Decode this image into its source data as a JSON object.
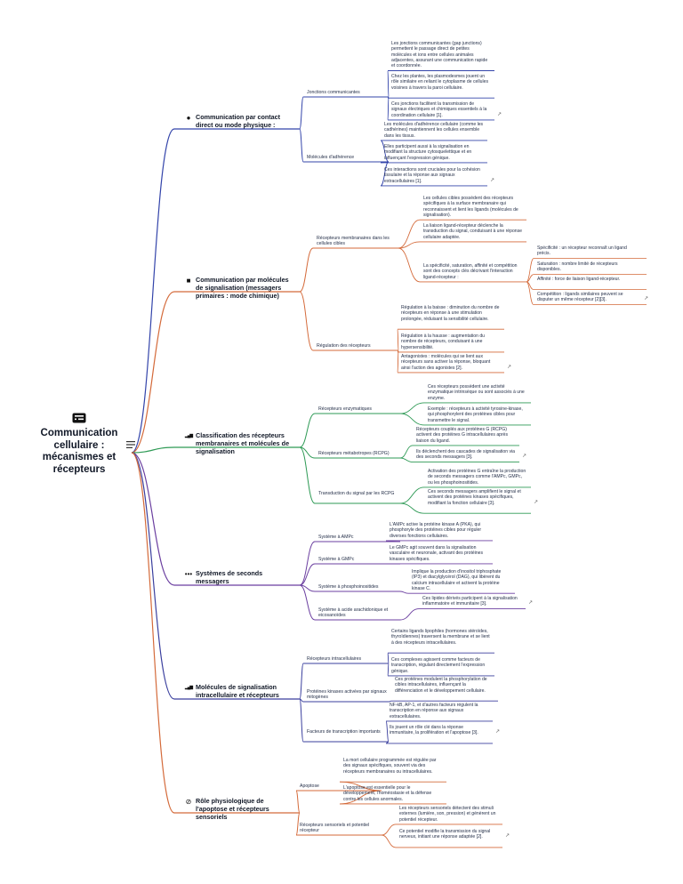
{
  "root": {
    "title": "Communication cellulaire : mécanismes et récepteurs",
    "icon": "keyboard-icon",
    "menu_icon": "menu-icon"
  },
  "colors": {
    "blue": "#3344aa",
    "orange": "#d46a3a",
    "green": "#2e9a55",
    "purple": "#6b3fa0",
    "indigo": "#3a3f9e",
    "red": "#c0504d"
  },
  "branches": [
    {
      "title": "Communication par contact direct ou mode physique :",
      "icon": "chat-bubble-icon",
      "color": "#3344aa",
      "subs": [
        {
          "label": "Jonctions communicantes",
          "leaves": [
            {
              "text": "Les jonctions communicantes (gap junctions) permettent le passage direct de petites molécules et ions entre cellules animales adjacentes, assurant une communication rapide et coordonnée.",
              "ext": false
            },
            {
              "text": "Chez les plantes, les plasmodesmes jouent un rôle similaire en reliant le cytoplasme de cellules voisines à travers la paroi cellulaire.",
              "ext": false
            },
            {
              "text": "Ces jonctions facilitent la transmission de signaux électriques et chimiques essentiels à la coordination cellulaire [1].",
              "ext": true
            }
          ]
        },
        {
          "label": "Molécules d'adhérence",
          "leaves": [
            {
              "text": "Les molécules d'adhérence cellulaire (comme les cadhérines) maintiennent les cellules ensemble dans les tissus.",
              "ext": false
            },
            {
              "text": "Elles participent aussi à la signalisation en modifiant la structure cytosquelettique et en influençant l'expression génique.",
              "ext": false
            },
            {
              "text": "Ces interactions sont cruciales pour la cohésion tissulaire et la réponse aux signaux extracellulaires [1].",
              "ext": true
            }
          ]
        }
      ]
    },
    {
      "title": "Communication par molécules de signalisation (messagers primaires : mode chimique)",
      "icon": "message-icon",
      "color": "#d46a3a",
      "subs": [
        {
          "label": "Récepteurs membranaires dans les cellules cibles",
          "leaves": [
            {
              "text": "Les cellules cibles possèdent des récepteurs spécifiques à la surface membranaire qui reconnaissent et lient les ligands (molécules de signalisation).",
              "ext": false
            },
            {
              "text": "La liaison ligand-récepteur déclenche la transduction du signal, conduisant à une réponse cellulaire adaptée.",
              "ext": false
            },
            {
              "text": "La spécificité, saturation, affinité et compétition sont des concepts clés décrivant l'interaction ligand-récepteur :",
              "ext": false,
              "children": [
                {
                  "text": "Spécificité : un récepteur reconnaît un ligand précis.",
                  "ext": false
                },
                {
                  "text": "Saturation : nombre limité de récepteurs disponibles.",
                  "ext": false
                },
                {
                  "text": "Affinité : force de liaison ligand-récepteur.",
                  "ext": false
                },
                {
                  "text": "Compétition : ligands similaires peuvent se disputer un même récepteur [2][3].",
                  "ext": true
                }
              ]
            }
          ]
        },
        {
          "label": "Régulation des récepteurs",
          "leaves": [
            {
              "text": "Régulation à la baisse : diminution du nombre de récepteurs en réponse à une stimulation prolongée, réduisant la sensibilité cellulaire.",
              "ext": false
            },
            {
              "text": "Régulation à la hausse : augmentation du nombre de récepteurs, conduisant à une hypersensibilité.",
              "ext": false
            },
            {
              "text": "Antagonistes : molécules qui se lient aux récepteurs sans activer la réponse, bloquant ainsi l'action des agonistes [2].",
              "ext": true
            }
          ]
        }
      ]
    },
    {
      "title": "Classification des récepteurs membranaires et molécules de signalisation",
      "icon": "signal-bars-icon",
      "color": "#2e9a55",
      "subs": [
        {
          "label": "Récepteurs enzymatiques",
          "leaves": [
            {
              "text": "Ces récepteurs possèdent une activité enzymatique intrinsèque ou sont associés à une enzyme.",
              "ext": false
            },
            {
              "text": "Exemple : récepteurs à activité tyrosine-kinase, qui phosphorylent des protéines cibles pour transmettre le signal.",
              "ext": false
            }
          ]
        },
        {
          "label": "Récepteurs métabotropes (RCPG)",
          "leaves": [
            {
              "text": "Récepteurs couplés aux protéines G (RCPG) activent des protéines G intracellulaires après liaison du ligand.",
              "ext": false
            },
            {
              "text": "Ils déclenchent des cascades de signalisation via des seconds messagers [3].",
              "ext": true
            }
          ]
        },
        {
          "label": "Transduction du signal par les RCPG",
          "leaves": [
            {
              "text": "Activation des protéines G entraîne la production de seconds messagers comme l'AMPc, GMPc, ou les phosphoinositides.",
              "ext": false
            },
            {
              "text": "Ces seconds messagers amplifient le signal et activent des protéines kinases spécifiques, modifiant la fonction cellulaire [3].",
              "ext": true
            }
          ]
        }
      ]
    },
    {
      "title": "Systèmes de seconds messagers",
      "icon": "chat-dots-icon",
      "color": "#6b3fa0",
      "subs": [
        {
          "label": "Système à AMPc",
          "leaves": [
            {
              "text": "L'AMPc active la protéine kinase A (PKA), qui phosphoryle des protéines cibles pour réguler diverses fonctions cellulaires.",
              "ext": false
            }
          ]
        },
        {
          "label": "Système à GMPc",
          "leaves": [
            {
              "text": "Le GMPc agit souvent dans la signalisation vasculaire et neuronale, activant des protéines kinases spécifiques.",
              "ext": false
            }
          ]
        },
        {
          "label": "Système à phosphoinositides",
          "leaves": [
            {
              "text": "Implique la production d'inositol triphosphate (IP3) et diacylglycérol (DAG), qui libèrent du calcium intracellulaire et activent la protéine kinase C.",
              "ext": false
            }
          ]
        },
        {
          "label": "Système à acide arachidonique et eicosanoïdes",
          "leaves": [
            {
              "text": "Ces lipides dérivés participent à la signalisation inflammatoire et immunitaire [3].",
              "ext": true
            }
          ]
        }
      ]
    },
    {
      "title": "Molécules de signalisation intracellulaire et récepteurs",
      "icon": "signal-bars-icon",
      "color": "#3a3f9e",
      "subs": [
        {
          "label": "Récepteurs intracellulaires",
          "leaves": [
            {
              "text": "Certains ligands lipophiles (hormones stéroïdes, thyroïdiennes) traversent la membrane et se lient à des récepteurs intracellulaires.",
              "ext": false
            },
            {
              "text": "Ces complexes agissent comme facteurs de transcription, régulant directement l'expression génique.",
              "ext": false
            }
          ]
        },
        {
          "label": "Protéines kinases activées par signaux mitogènes",
          "leaves": [
            {
              "text": "Ces protéines modulent la phosphorylation de cibles intracellulaires, influençant la différenciation et le développement cellulaire.",
              "ext": false
            }
          ]
        },
        {
          "label": "Facteurs de transcription importants",
          "leaves": [
            {
              "text": "NF-kB, AP-1, et d'autres facteurs régulent la transcription en réponse aux signaux extracellulaires.",
              "ext": false
            },
            {
              "text": "Ils jouent un rôle clé dans la réponse immunitaire, la prolifération et l'apoptose [3].",
              "ext": true
            }
          ]
        }
      ]
    },
    {
      "title": "Rôle physiologique de l'apoptose et récepteurs sensoriels",
      "icon": "eye-off-icon",
      "color": "#d46a3a",
      "subs": [
        {
          "label": "Apoptose",
          "leaves": [
            {
              "text": "La mort cellulaire programmée est régulée par des signaux spécifiques, souvent via des récepteurs membranaires ou intracellulaires.",
              "ext": false
            },
            {
              "text": "L'apoptose est essentielle pour le développement, l'homéostasie et la défense contre les cellules anormales.",
              "ext": false
            }
          ]
        },
        {
          "label": "Récepteurs sensoriels et potentiel récepteur",
          "leaves": [
            {
              "text": "Les récepteurs sensoriels détectent des stimuli externes (lumière, son, pression) et génèrent un potentiel récepteur.",
              "ext": false
            },
            {
              "text": "Ce potentiel modifie la transmission du signal nerveux, initiant une réponse adaptée [2].",
              "ext": true
            }
          ]
        }
      ]
    }
  ]
}
